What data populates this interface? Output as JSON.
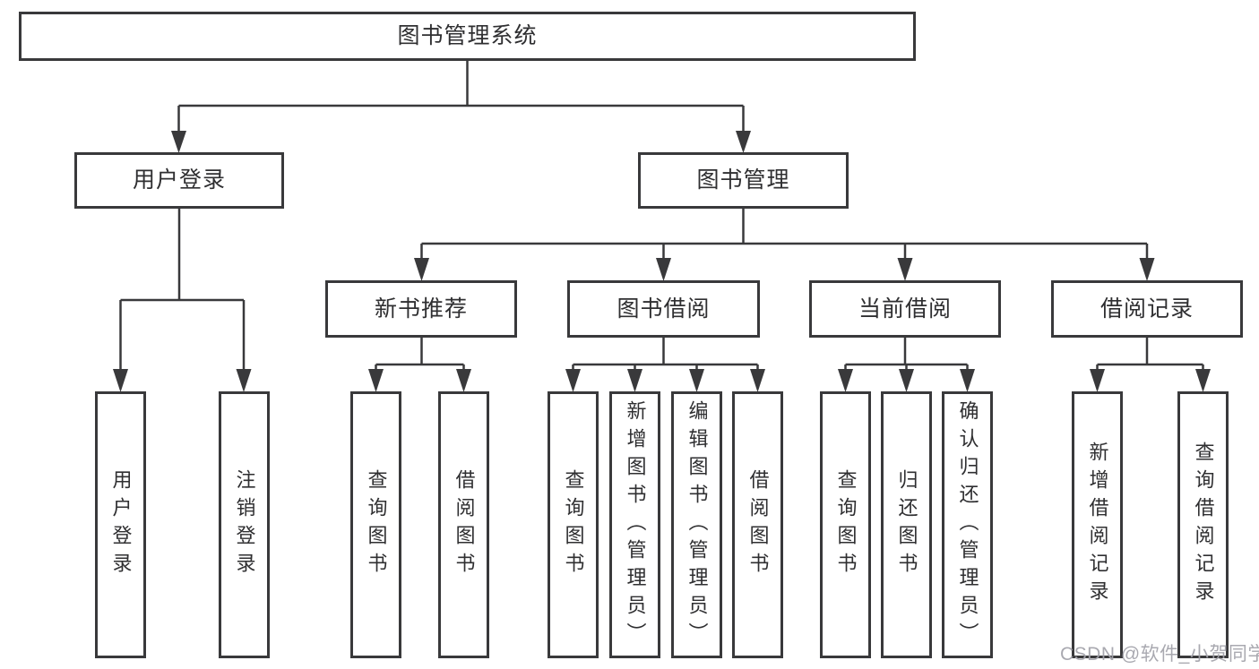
{
  "tree": {
    "root": {
      "label": "图书管理系统"
    },
    "login": {
      "label": "用户登录",
      "children": [
        {
          "label": "用户登录"
        },
        {
          "label": "注销登录"
        }
      ]
    },
    "management": {
      "label": "图书管理",
      "groups": [
        {
          "label": "新书推荐",
          "children": [
            {
              "label": "查询图书"
            },
            {
              "label": "借阅图书"
            }
          ]
        },
        {
          "label": "图书借阅",
          "children": [
            {
              "label": "查询图书"
            },
            {
              "label": "新增图书（管理员）"
            },
            {
              "label": "编辑图书（管理员）"
            },
            {
              "label": "借阅图书"
            }
          ]
        },
        {
          "label": "当前借阅",
          "children": [
            {
              "label": "查询图书"
            },
            {
              "label": "归还图书"
            },
            {
              "label": "确认归还（管理员）"
            }
          ]
        },
        {
          "label": "借阅记录",
          "children": [
            {
              "label": "新增借阅记录"
            },
            {
              "label": "查询借阅记录"
            }
          ]
        }
      ]
    }
  },
  "watermark": "CSDN @软件_小贺同学"
}
